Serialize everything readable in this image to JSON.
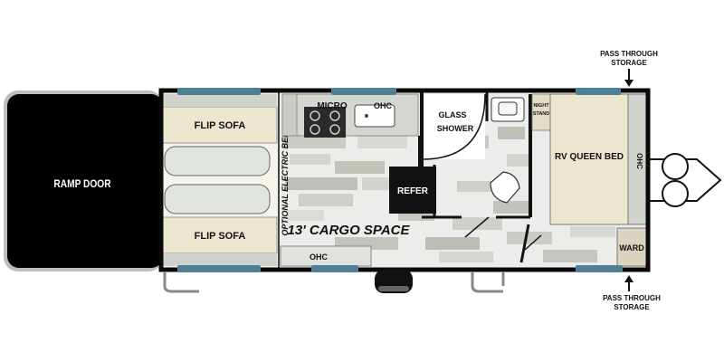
{
  "floorplan": {
    "labels": {
      "ramp_door": "RAMP DOOR",
      "flip_sofa_top": "FLIP SOFA",
      "flip_sofa_bottom": "FLIP SOFA",
      "optional_electric_bed": "OPTIONAL ELECTRIC BED",
      "cargo_space": "13' CARGO SPACE",
      "micro": "MICRO",
      "ohc_kitchen": "OHC",
      "ohc_bottom": "OHC",
      "ohc_bedroom": "OHC",
      "refer": "REFER",
      "glass_shower_line1": "GLASS",
      "glass_shower_line2": "SHOWER",
      "night_stand_line1": "NIGHT",
      "night_stand_line2": "STAND",
      "rv_queen_bed": "RV QUEEN BED",
      "ward": "WARD",
      "pass_through_top_line1": "PASS THROUGH",
      "pass_through_top_line2": "STORAGE",
      "pass_through_bottom_line1": "PASS THROUGH",
      "pass_through_bottom_line2": "STORAGE"
    },
    "colors": {
      "wall": "#0a0a0a",
      "ramp": "#000000",
      "sofa": "#ece6cf",
      "bed": "#ece6cf",
      "cabinet": "#cfd3cc",
      "window": "#4f7f95",
      "floor_light": "#eeeeea",
      "floor_dark": "#c6c6c0"
    }
  }
}
